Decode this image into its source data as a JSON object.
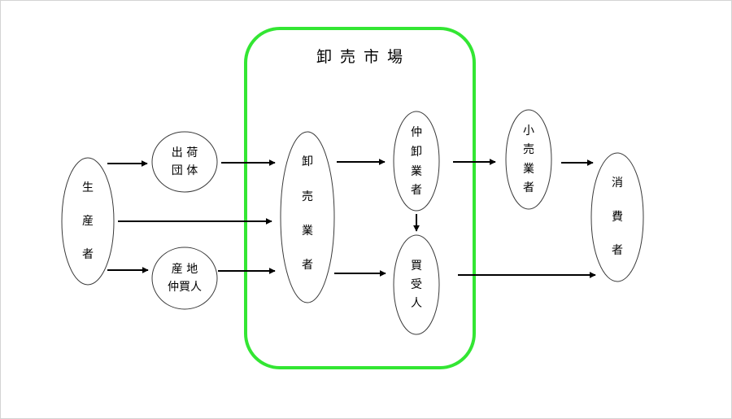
{
  "market": {
    "title": "卸 売 市 場"
  },
  "nodes": {
    "producer": {
      "lines": [
        "生",
        "産",
        "者"
      ]
    },
    "shipping_group": {
      "lines": [
        "出 荷",
        "団 体"
      ]
    },
    "local_broker": {
      "lines": [
        "産 地",
        "仲買人"
      ]
    },
    "wholesaler": {
      "lines": [
        "卸",
        "売",
        "業",
        "者"
      ]
    },
    "intermediate_wholesaler": {
      "lines": [
        "仲",
        "卸",
        "業",
        "者"
      ]
    },
    "buyer": {
      "lines": [
        "買",
        "受",
        "人"
      ]
    },
    "retailer": {
      "lines": [
        "小",
        "売",
        "業",
        "者"
      ]
    },
    "consumer": {
      "lines": [
        "消",
        "費",
        "者"
      ]
    }
  },
  "colors": {
    "market_border": "#33e633",
    "arrow": "#000000",
    "node_border": "#3a3a3a"
  }
}
